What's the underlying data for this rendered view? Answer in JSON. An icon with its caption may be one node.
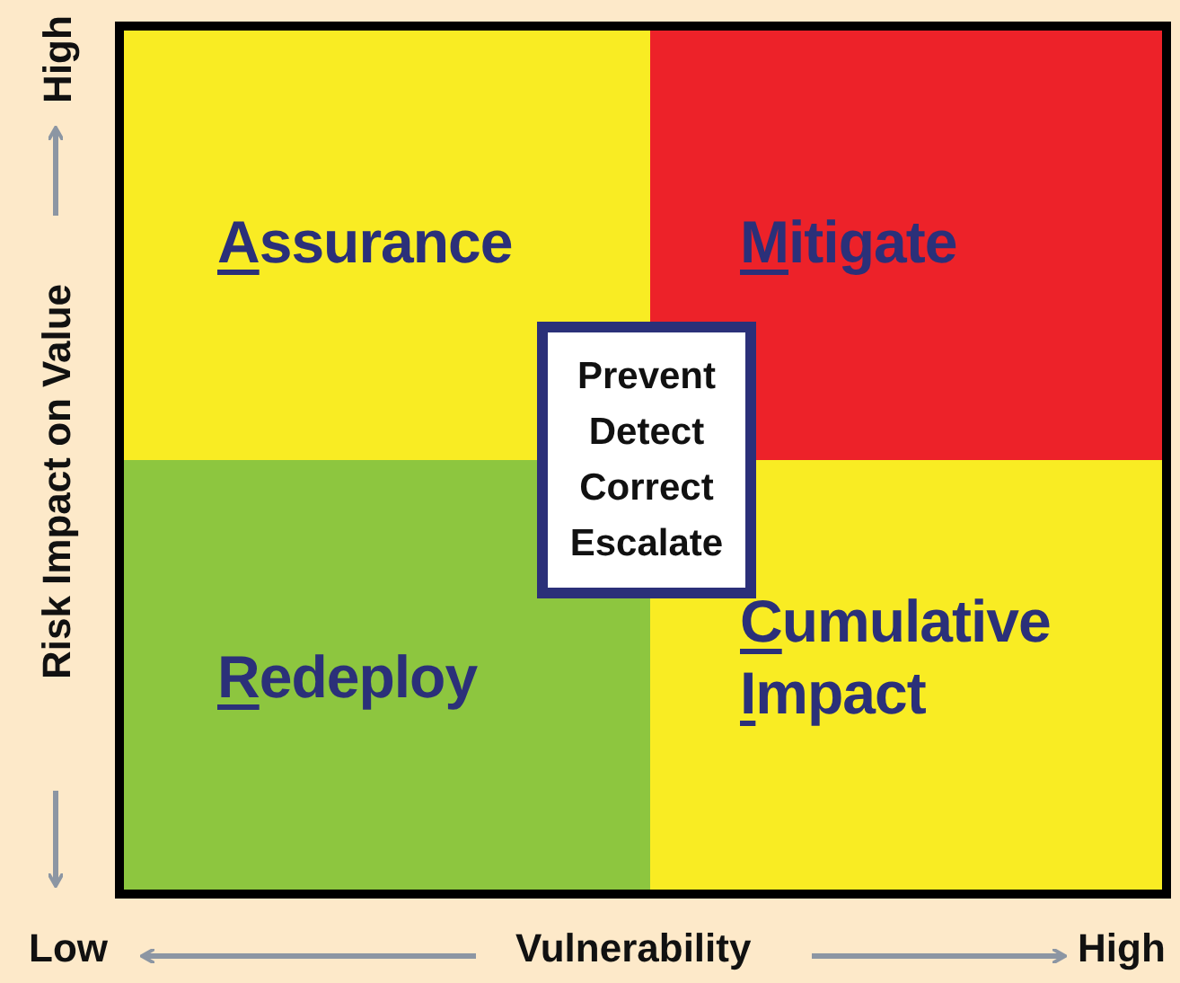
{
  "diagram": {
    "nodes": [
      {
        "text": [
          "Assurance"
        ]
      },
      {
        "text": [
          "Mitigate"
        ]
      },
      {
        "text": [
          "Redeploy"
        ]
      },
      {
        "text": [
          "Cumulative Impact"
        ]
      },
      {
        "text": [
          "Prevent",
          "Detect",
          "Correct",
          "Escalate"
        ]
      }
    ],
    "labels": [
      "High",
      "Risk Impact on Value",
      "Low",
      "Vulnerability",
      "High"
    ]
  }
}
